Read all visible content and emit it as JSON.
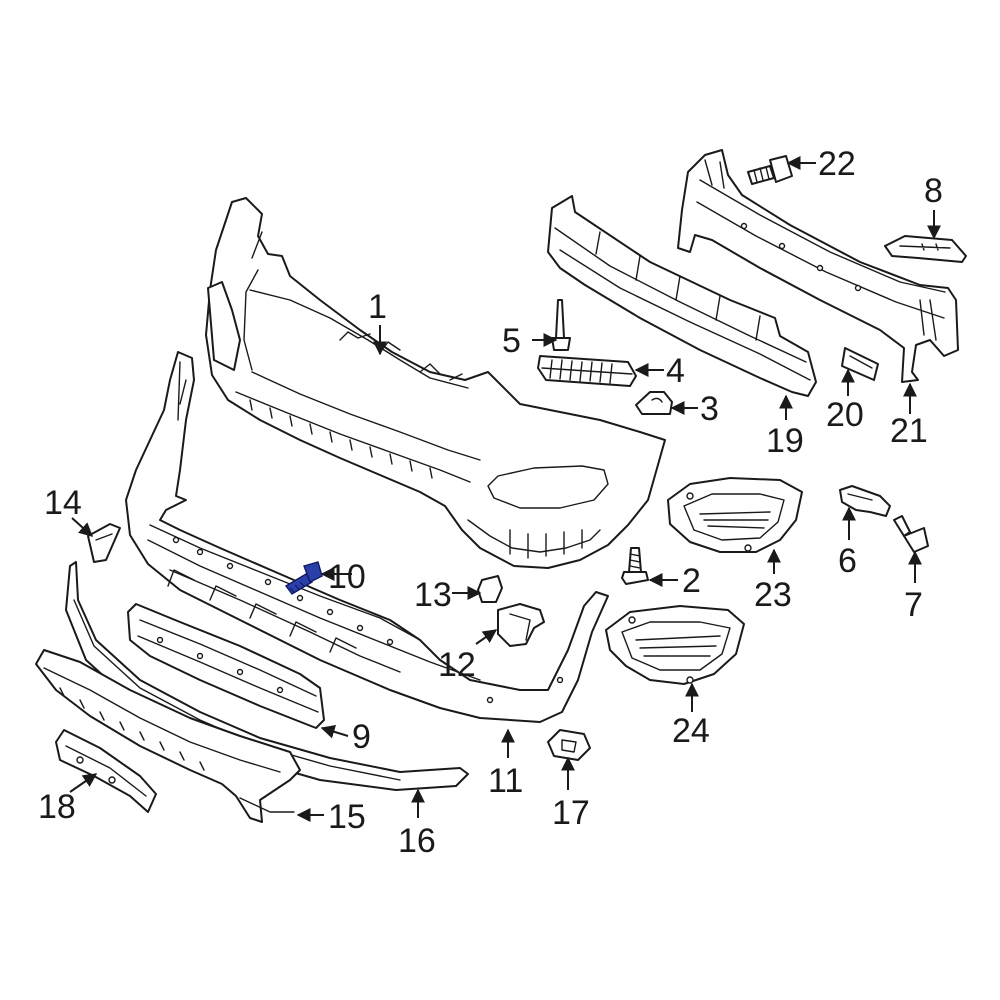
{
  "colors": {
    "line": "#1a1a1a",
    "background": "#ffffff",
    "highlight": "#2b3fa8"
  },
  "highlighted_part": "10",
  "callouts": [
    {
      "id": "c1",
      "label": "1"
    },
    {
      "id": "c2",
      "label": "2"
    },
    {
      "id": "c3",
      "label": "3"
    },
    {
      "id": "c4",
      "label": "4"
    },
    {
      "id": "c5",
      "label": "5"
    },
    {
      "id": "c6",
      "label": "6"
    },
    {
      "id": "c7",
      "label": "7"
    },
    {
      "id": "c8",
      "label": "8"
    },
    {
      "id": "c9",
      "label": "9"
    },
    {
      "id": "c10",
      "label": "10"
    },
    {
      "id": "c11",
      "label": "11"
    },
    {
      "id": "c12",
      "label": "12"
    },
    {
      "id": "c13",
      "label": "13"
    },
    {
      "id": "c14",
      "label": "14"
    },
    {
      "id": "c15",
      "label": "15"
    },
    {
      "id": "c16",
      "label": "16"
    },
    {
      "id": "c17",
      "label": "17"
    },
    {
      "id": "c18",
      "label": "18"
    },
    {
      "id": "c19",
      "label": "19"
    },
    {
      "id": "c20",
      "label": "20"
    },
    {
      "id": "c21",
      "label": "21"
    },
    {
      "id": "c22",
      "label": "22"
    },
    {
      "id": "c23",
      "label": "23"
    },
    {
      "id": "c24",
      "label": "24"
    }
  ]
}
